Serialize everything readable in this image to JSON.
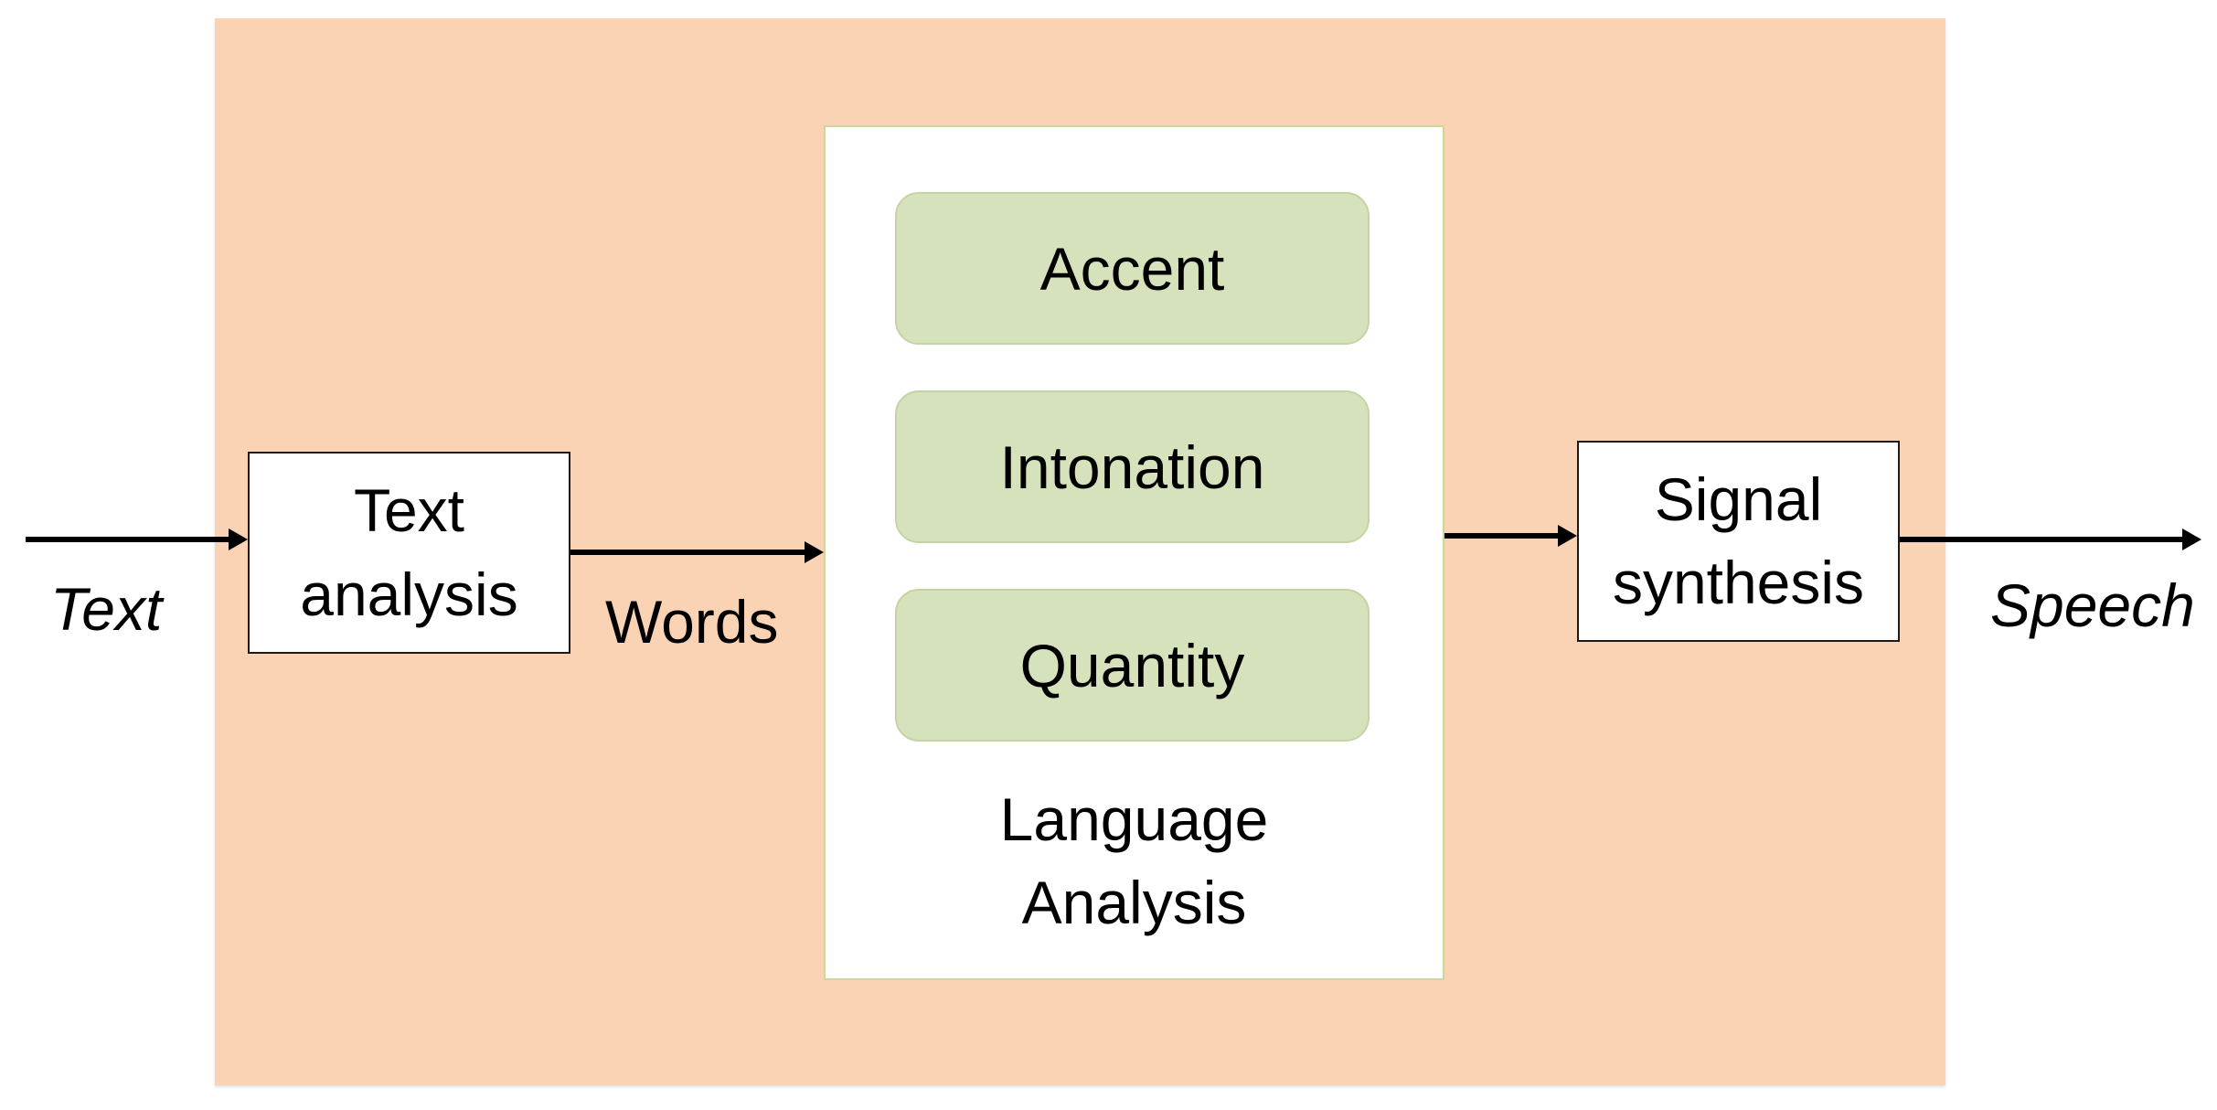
{
  "input_label": "Text",
  "text_analysis": {
    "line1": "Text",
    "line2": "analysis"
  },
  "words_label": "Words",
  "language_analysis": {
    "items": [
      "Accent",
      "Intonation",
      "Quantity"
    ],
    "label_line1": "Language",
    "label_line2": "Analysis"
  },
  "signal_synthesis": {
    "line1": "Signal",
    "line2": "synthesis"
  },
  "output_label": "Speech",
  "colors": {
    "panel": "#fad3b5",
    "subbox": "#d6e2bb",
    "subbox_border": "#c4d4a4",
    "box_border": "#1a1a1a",
    "arrow": "#000000"
  }
}
